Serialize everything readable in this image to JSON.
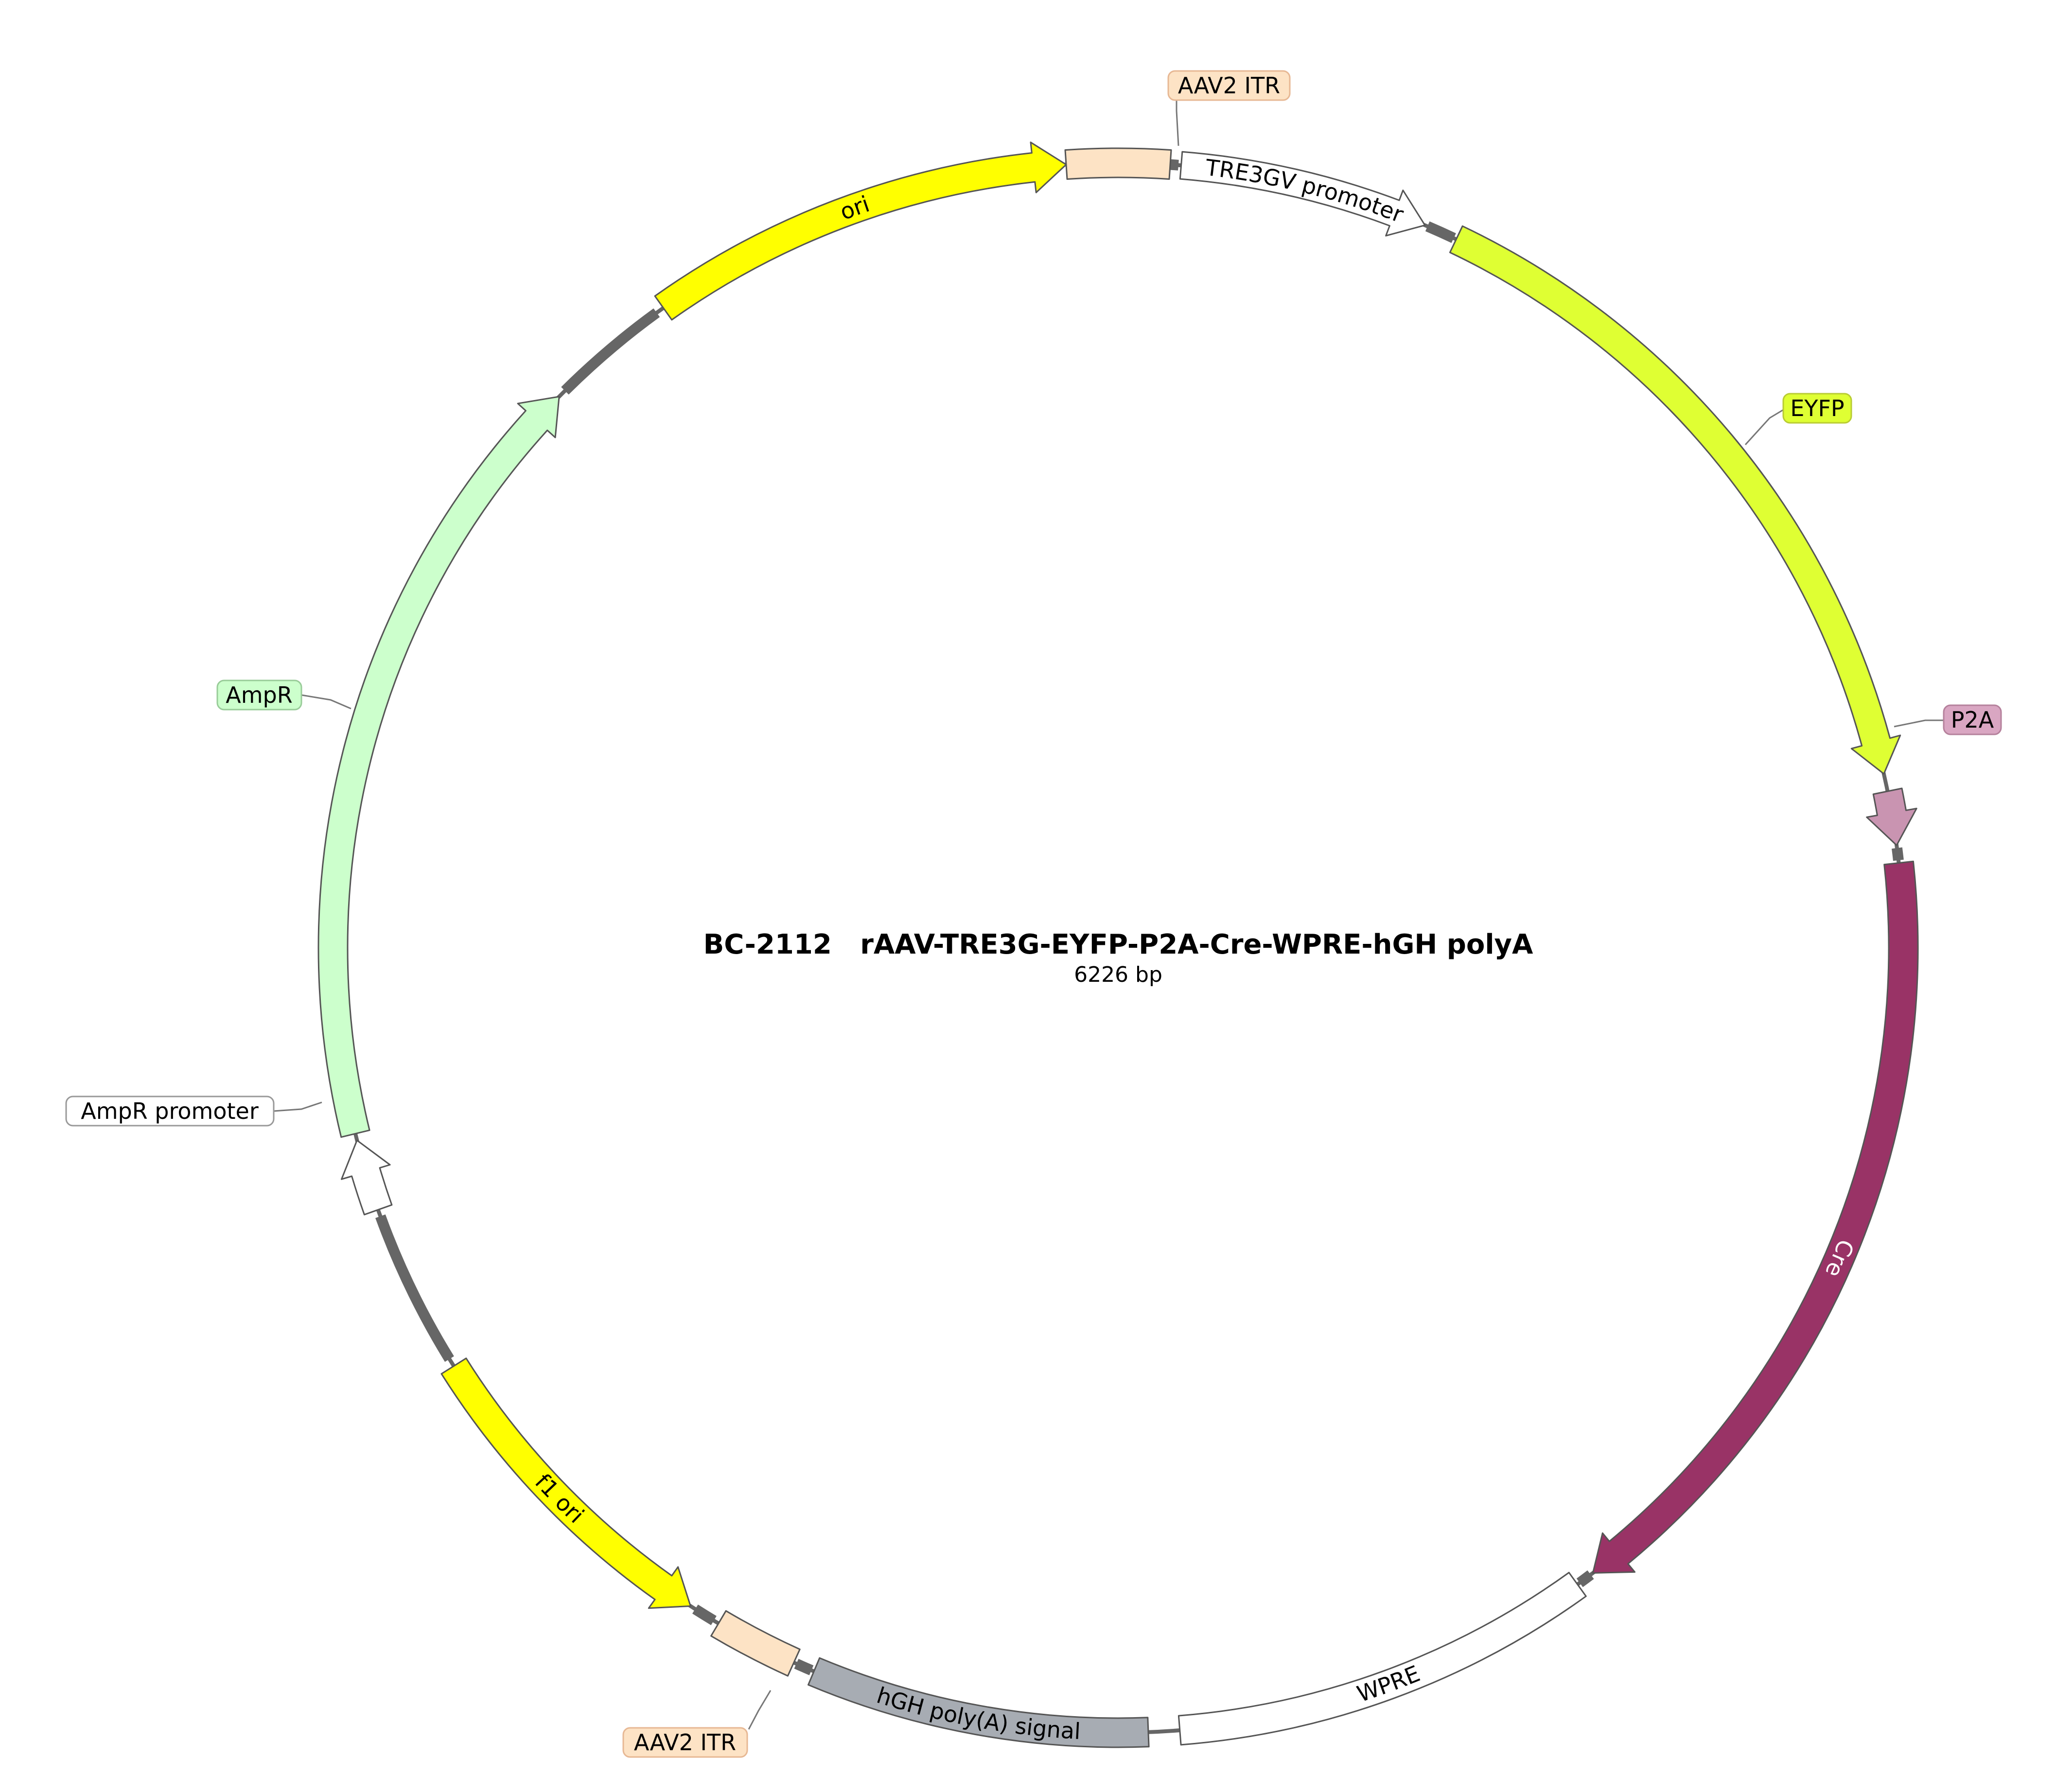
{
  "plasmid": {
    "name": "BC-2112   rAAV-TRE3G-EYFP-P2A-Cre-WPRE-hGH polyA",
    "size": "6226 bp"
  },
  "features": [
    {
      "id": "aav2-itr-top",
      "label": "AAV2 ITR",
      "color": "#fde3c5",
      "direction": "none",
      "label_style": "callout"
    },
    {
      "id": "tre3gv-promoter",
      "label": "TRE3GV promoter",
      "color": "#ffffff",
      "direction": "cw",
      "label_style": "inside"
    },
    {
      "id": "eyfp",
      "label": "EYFP",
      "color": "#dfff33",
      "direction": "cw",
      "label_style": "callout"
    },
    {
      "id": "p2a",
      "label": "P2A",
      "color": "#c994b1",
      "direction": "cw",
      "label_style": "callout"
    },
    {
      "id": "cre",
      "label": "Cre",
      "color": "#993366",
      "direction": "cw",
      "label_style": "inside"
    },
    {
      "id": "wpre",
      "label": "WPRE",
      "color": "#ffffff",
      "direction": "none",
      "label_style": "inside"
    },
    {
      "id": "hgh-polya",
      "label": "hGH poly(A) signal",
      "color": "#a7acb3",
      "direction": "none",
      "label_style": "inside"
    },
    {
      "id": "aav2-itr-bottom",
      "label": "AAV2 ITR",
      "color": "#fde3c5",
      "direction": "none",
      "label_style": "callout"
    },
    {
      "id": "f1-ori",
      "label": "f1 ori",
      "color": "#ffff00",
      "direction": "ccw",
      "label_style": "inside"
    },
    {
      "id": "ampr-promoter",
      "label": "AmpR promoter",
      "color": "#ffffff",
      "direction": "cw",
      "label_style": "callout"
    },
    {
      "id": "ampr",
      "label": "AmpR",
      "color": "#ccffcc",
      "direction": "cw",
      "label_style": "callout"
    },
    {
      "id": "ori",
      "label": "ori",
      "color": "#ffff00",
      "direction": "cw",
      "label_style": "inside"
    }
  ]
}
